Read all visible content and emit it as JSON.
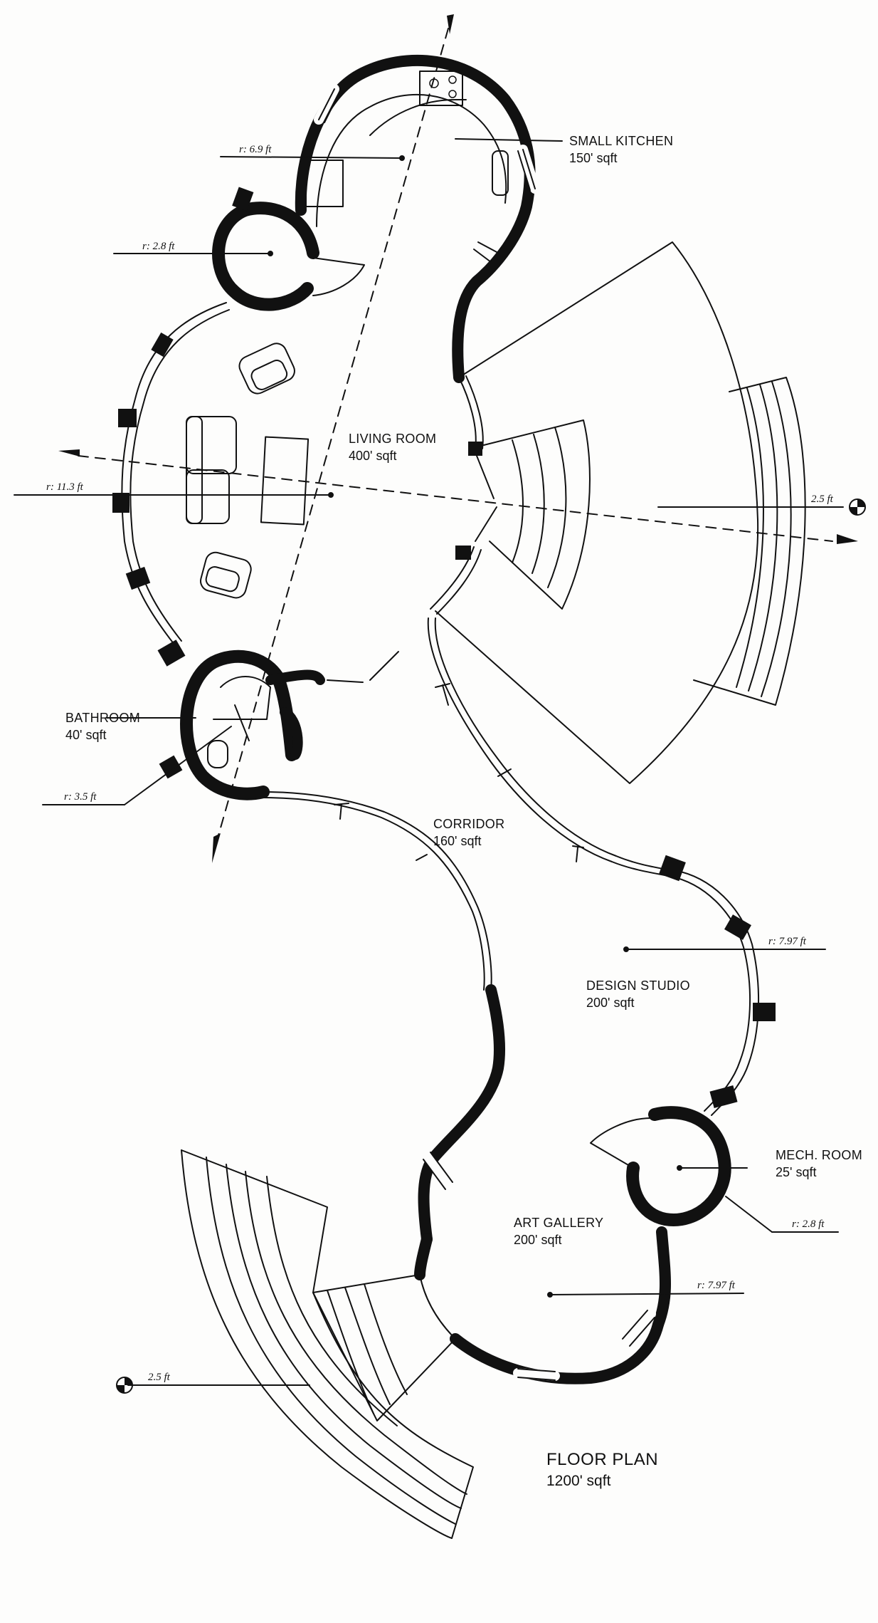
{
  "rooms": {
    "small_kitchen": {
      "name": "SMALL KITCHEN",
      "area": "150' sqft"
    },
    "living_room": {
      "name": "LIVING ROOM",
      "area": "400' sqft"
    },
    "bathroom": {
      "name": "BATHROOM",
      "area": "40' sqft"
    },
    "corridor": {
      "name": "CORRIDOR",
      "area": "160' sqft"
    },
    "design_studio": {
      "name": "DESIGN STUDIO",
      "area": "200' sqft"
    },
    "mech_room": {
      "name": "MECH. ROOM",
      "area": "25' sqft"
    },
    "art_gallery": {
      "name": "ART GALLERY",
      "area": "200' sqft"
    }
  },
  "dimensions": {
    "kitchen_radius": "r: 6.9 ft",
    "closet_radius": "r: 2.8 ft",
    "living_radius": "r: 11.3 ft",
    "bath_radius": "r: 3.5 ft",
    "studio_radius": "r: 7.97 ft",
    "mech_radius": "r: 2.8 ft",
    "gallery_radius": "r: 7.97 ft",
    "upper_deck": "2.5 ft",
    "lower_deck": "2.5 ft"
  },
  "plan": {
    "title": "FLOOR PLAN",
    "total_area": "1200' sqft"
  }
}
